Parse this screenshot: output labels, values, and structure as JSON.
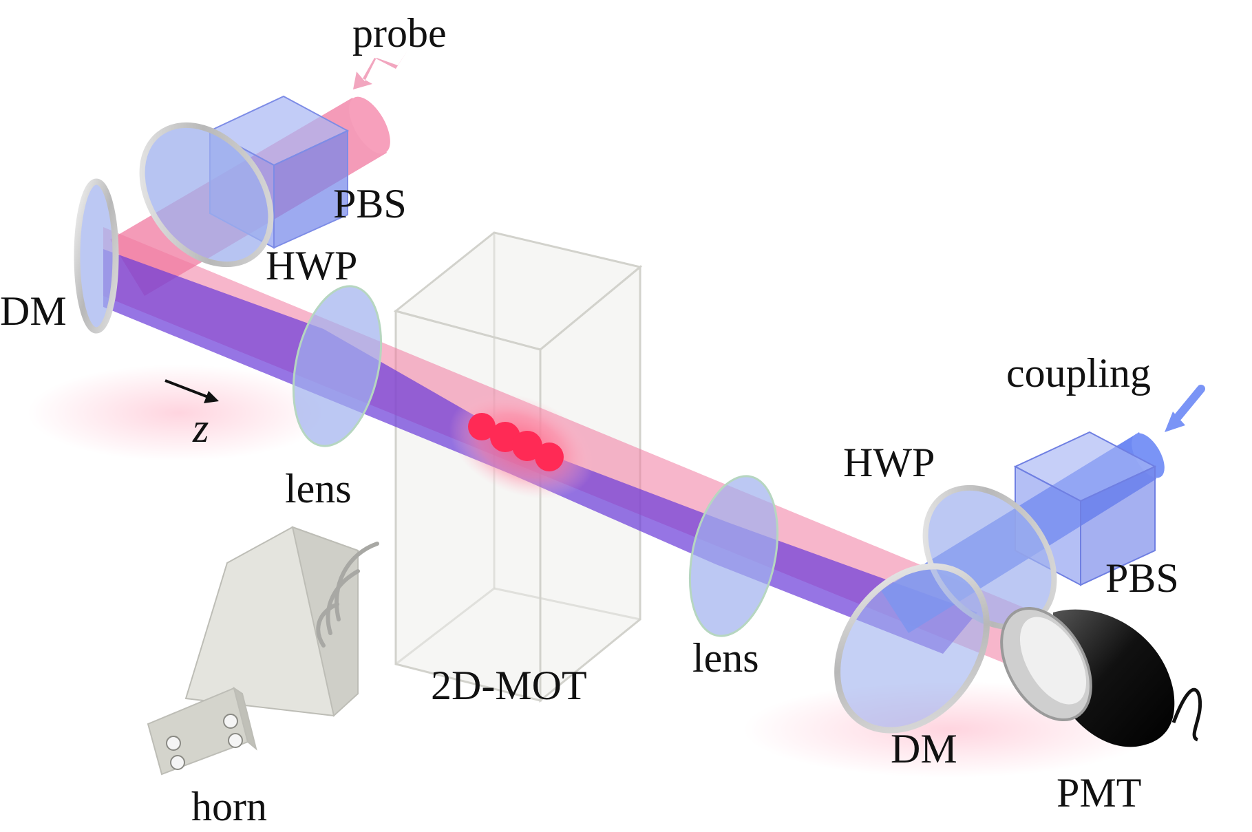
{
  "labels": {
    "probe": "probe",
    "pbs_top": "PBS",
    "hwp_top": "HWP",
    "dm_left": "DM",
    "z_axis": "z",
    "lens_left": "lens",
    "coupling": "coupling",
    "hwp_right": "HWP",
    "pbs_right": "PBS",
    "lens_right": "lens",
    "mot": "2D-MOT",
    "dm_right": "DM",
    "pmt": "PMT",
    "horn": "horn"
  },
  "colors": {
    "probe_beam": "#f07aa0",
    "coupling_beam": "#4a6cf0",
    "overlap_beam": "#6a3ad8",
    "cube": "#8a9af0",
    "optic_glass": "#9fb0ee",
    "atoms": "#ff2a55",
    "pmt_body": "#111111",
    "horn": "#dcdcd6"
  }
}
